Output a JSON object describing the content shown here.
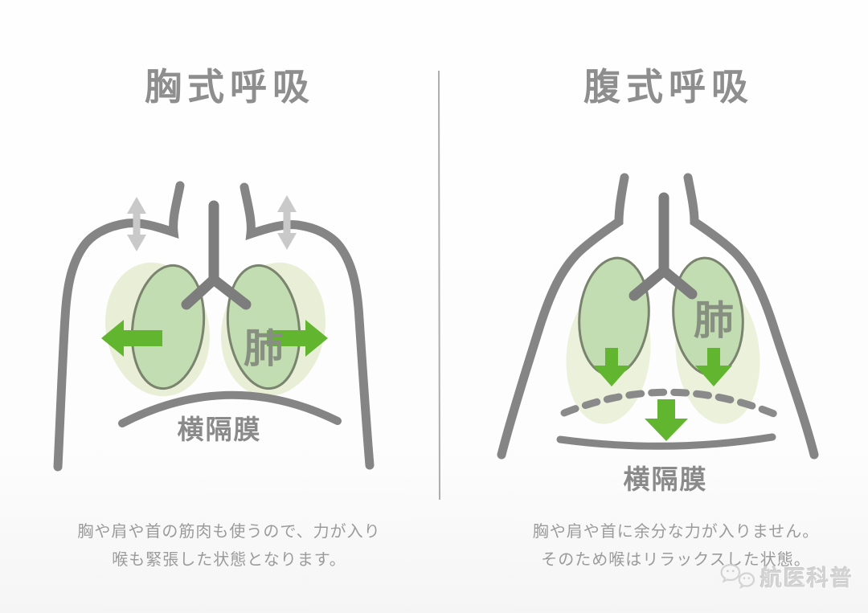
{
  "left_panel": {
    "title": "胸式呼吸",
    "lung_label": "肺",
    "diaphragm_label": "横隔膜",
    "caption_line1": "胸や肩や首の筋肉も使うので、力が入り",
    "caption_line2": "喉も緊張した状態となります。"
  },
  "right_panel": {
    "title": "腹式呼吸",
    "lung_label": "肺",
    "diaphragm_label": "横隔膜",
    "caption_line1": "胸や肩や首に余分な力が入りません。",
    "caption_line2": "そのため喉はリラックスした状態。"
  },
  "watermark": {
    "text": "航医科普",
    "icon": "wechat-icon"
  },
  "colors": {
    "body_outline_gray": "#858585",
    "trachea_gray": "#7d7d7d",
    "lung_fill_green": "#c3ddb2",
    "lung_stroke": "#79836e",
    "lung_glow_green": "#e9efd6",
    "arrow_green": "#62b52f",
    "shoulder_arrow_light_gray": "#c9c9c9",
    "dashed_diaphragm_gray": "#8a8a8a",
    "title_gray": "#8e8e8e",
    "caption_gray": "#9b9b9b",
    "watermark_gray": "#d0d0d0",
    "divider_gray": "#adadad"
  }
}
